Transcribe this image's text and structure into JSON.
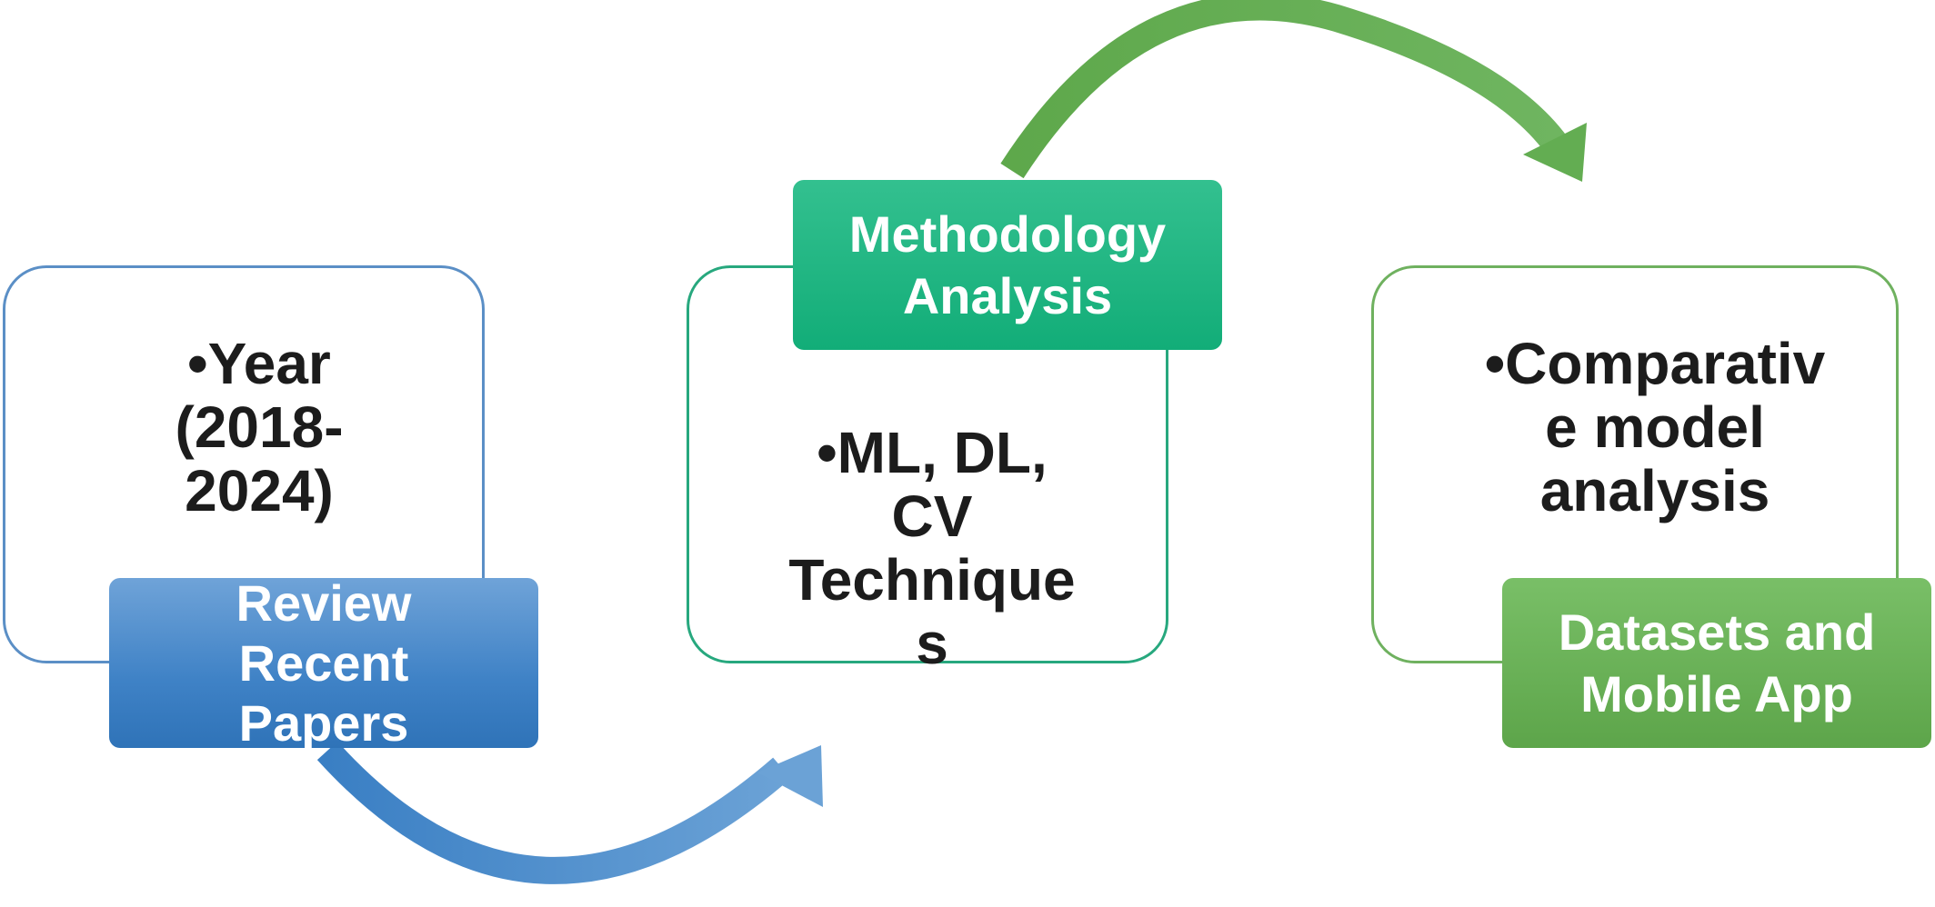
{
  "diagram": {
    "panels": [
      {
        "text": "•Year\n(2018-\n2024)"
      },
      {
        "text": "•ML, DL,\nCV\nTechnique\ns"
      },
      {
        "text": "•Comparativ\ne model\nanalysis"
      }
    ],
    "tags": [
      {
        "text": "Review\nRecent\nPapers",
        "color": "#3f82c6"
      },
      {
        "text": "Methodology\nAnalysis",
        "color": "#12ad78"
      },
      {
        "text": "Datasets and\nMobile App",
        "color": "#5da54a"
      }
    ],
    "arrows": [
      {
        "color": "#3f82c6",
        "direction": "bottom, left to right"
      },
      {
        "color": "#63ad52",
        "direction": "top, left to right"
      }
    ]
  }
}
